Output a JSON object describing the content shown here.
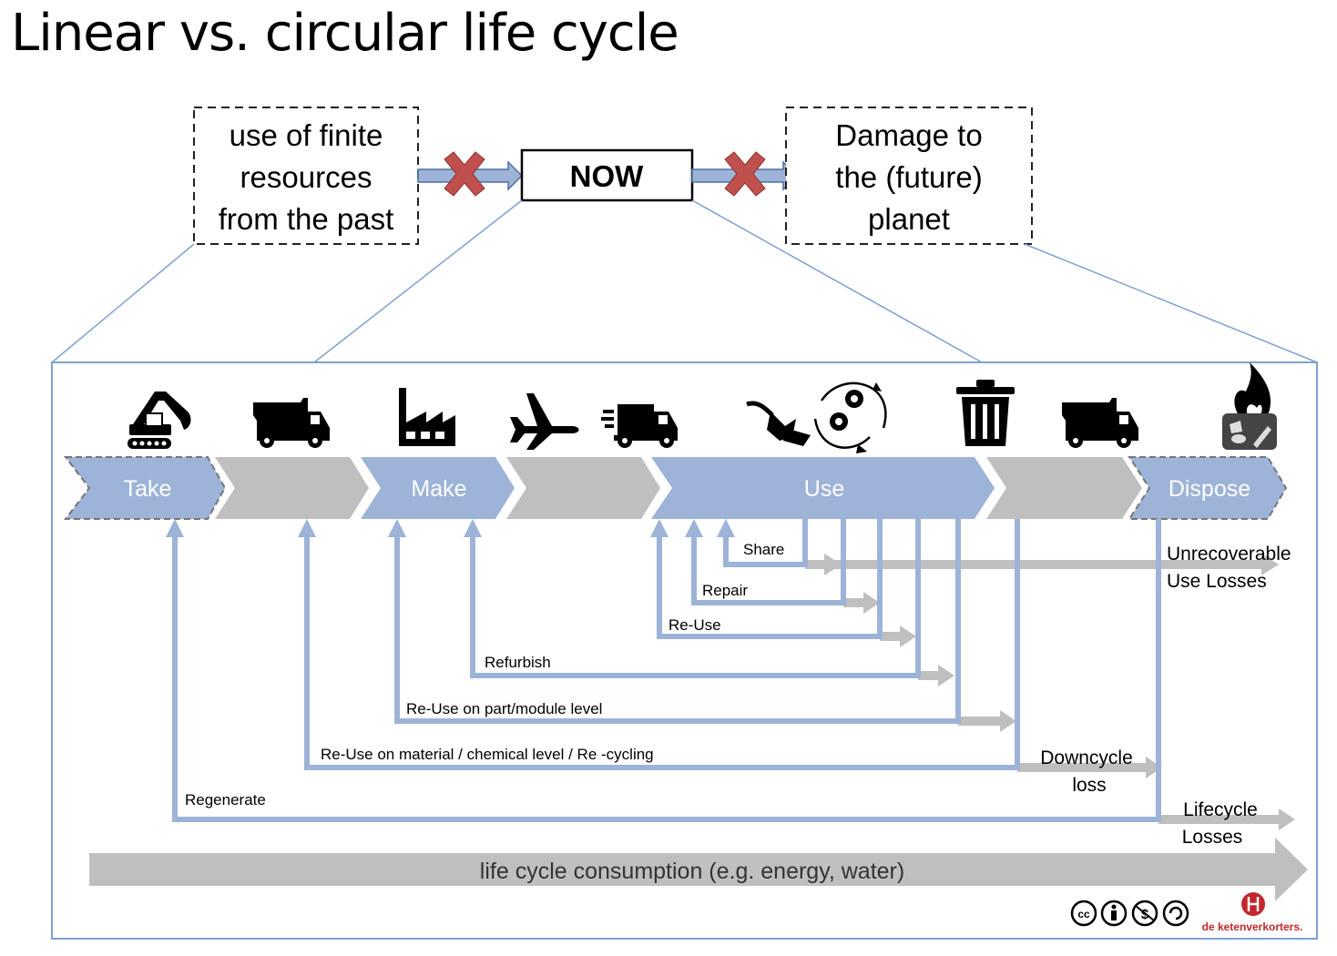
{
  "title": "Linear vs. circular life cycle",
  "top": {
    "past_box": [
      "use of finite",
      "resources",
      "from the past"
    ],
    "now_label": "NOW",
    "future_box": [
      "Damage to",
      "the (future)",
      "planet"
    ]
  },
  "stages": [
    {
      "label": "Take",
      "kind": "primary",
      "dashed": true,
      "icon": "excavator-icon"
    },
    {
      "label": "",
      "kind": "transport",
      "icon": "dump-truck-icon"
    },
    {
      "label": "Make",
      "kind": "primary",
      "icon": "factory-icon"
    },
    {
      "label": "",
      "kind": "transport",
      "icon": "airplane-and-delivery-truck-icon"
    },
    {
      "label": "Use",
      "kind": "primary",
      "icon": "plug-and-gears-cycle-icon"
    },
    {
      "label": "",
      "kind": "transport",
      "icon": "trash-can-and-dump-truck-icon"
    },
    {
      "label": "Dispose",
      "kind": "primary",
      "dashed": true,
      "icon": "burning-waste-icon"
    }
  ],
  "loops": [
    {
      "label": "Share"
    },
    {
      "label": "Repair"
    },
    {
      "label": "Re-Use"
    },
    {
      "label": "Refurbish"
    },
    {
      "label": "Re-Use on part/module level"
    },
    {
      "label": "Re-Use on material / chemical level / Re -cycling"
    },
    {
      "label": "Regenerate"
    }
  ],
  "losses": {
    "unrecoverable": [
      "Unrecoverable",
      "Use Losses"
    ],
    "downcycle": [
      "Downcycle",
      "loss"
    ],
    "lifecycle": [
      "Lifecycle",
      "Losses"
    ]
  },
  "consumption_label": "life cycle consumption (e.g. energy, water)",
  "footer": {
    "license_icons": [
      "cc-icon",
      "by-icon",
      "nc-icon",
      "sa-icon"
    ],
    "brand": "de ketenverkorters."
  },
  "colors": {
    "blue": "#9db3d7",
    "gray": "#bfbfbf",
    "red_x": "#c0504d",
    "frame": "#7fa0d0",
    "brand": "#c0282d"
  }
}
